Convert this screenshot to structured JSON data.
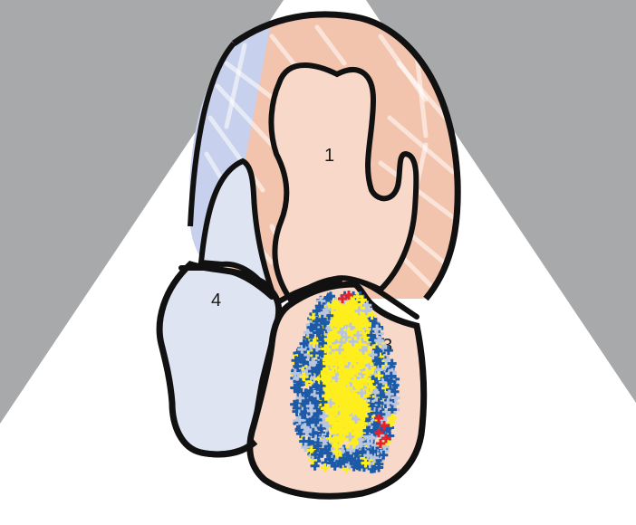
{
  "diagram": {
    "chamber_labels": {
      "one": "1",
      "three": "3",
      "four": "4"
    }
  },
  "colors": {
    "background_gray": "#a7a9ab",
    "sector_white": "#ffffff",
    "chamber_pink": "#f8d8c8",
    "muscle_orange": "#f3c4ad",
    "chamber_blue": "#dfe4f3",
    "muscle_blue": "#c7d0ec",
    "outline": "#111111",
    "marker_blue": "#1c5aa8",
    "marker_light": "#b9c4de",
    "marker_yellow": "#ffee1e",
    "marker_red": "#e8202a"
  }
}
